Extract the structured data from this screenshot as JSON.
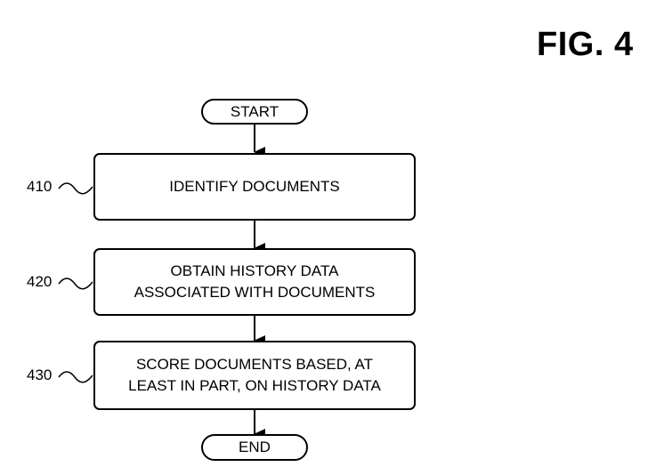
{
  "figure": {
    "label": "FIG. 4"
  },
  "flowchart": {
    "start_label": "START",
    "end_label": "END",
    "steps": [
      {
        "ref": "410",
        "text": "IDENTIFY DOCUMENTS"
      },
      {
        "ref": "420",
        "text": "OBTAIN HISTORY DATA\nASSOCIATED WITH DOCUMENTS"
      },
      {
        "ref": "430",
        "text": "SCORE DOCUMENTS BASED, AT\nLEAST IN PART, ON HISTORY DATA"
      }
    ]
  }
}
